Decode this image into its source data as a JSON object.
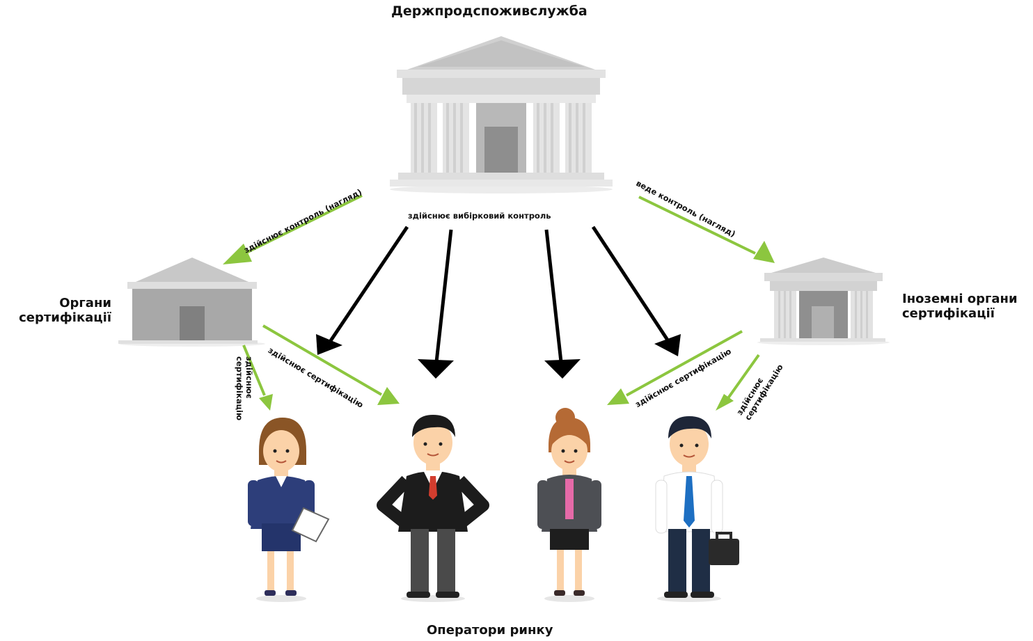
{
  "nodes": {
    "authority": "Держпродспоживслужба",
    "domestic_line1": "Органи",
    "domestic_line2": "сертифікації",
    "foreign_line1": "Іноземні органи",
    "foreign_line2": "сертифікації",
    "operators": "Оператори ринку"
  },
  "edges": {
    "control_domestic": "здійснює контроль (нагляд)",
    "control_foreign": "веде контроль (нагляд)",
    "selective_control": "здійснює вибірковий контроль",
    "cert_domestic_line1": "здійснює",
    "cert_domestic_line2": "сертифікацію",
    "cert_domestic_diag": "здійснює сертифікацію",
    "cert_foreign_diag": "здійснює сертифікацію",
    "cert_foreign_line1": "здійснює",
    "cert_foreign_line2": "сертифікацію"
  },
  "icons": {
    "authority": "building-columns-large-icon",
    "domestic": "building-small-icon",
    "foreign": "building-columns-small-icon",
    "people": [
      "businesswoman-clipboard-icon",
      "businessman-suit-icon",
      "businesswoman-ponytail-icon",
      "businessman-briefcase-icon"
    ]
  },
  "colors": {
    "green_arrow": "#8cc63f",
    "black_arrow": "#000000",
    "building_gray": "#a8a8a8"
  }
}
